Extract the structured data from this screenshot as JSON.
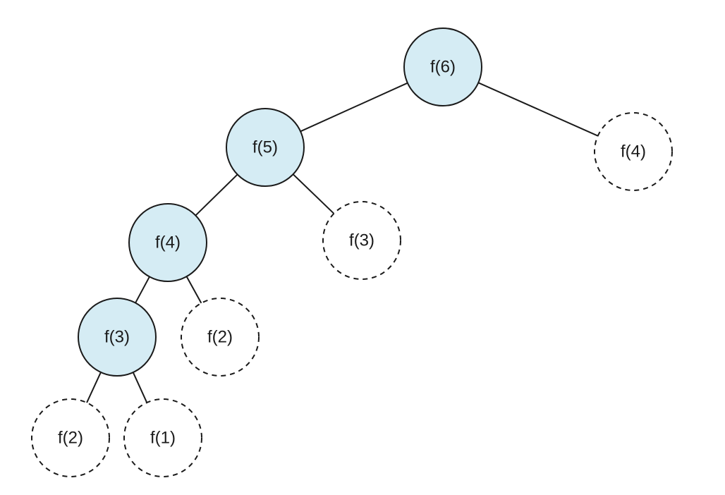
{
  "tree": {
    "colors": {
      "computed_fill": "#d5ecf4",
      "pending_fill": "#ffffff",
      "stroke": "#1a1a1a"
    },
    "nodes": [
      {
        "id": "n6",
        "label": "f(6)",
        "state": "computed"
      },
      {
        "id": "n5",
        "label": "f(5)",
        "state": "computed"
      },
      {
        "id": "n4r",
        "label": "f(4)",
        "state": "pending"
      },
      {
        "id": "n4",
        "label": "f(4)",
        "state": "computed"
      },
      {
        "id": "n3r",
        "label": "f(3)",
        "state": "pending"
      },
      {
        "id": "n3",
        "label": "f(3)",
        "state": "computed"
      },
      {
        "id": "n2r",
        "label": "f(2)",
        "state": "pending"
      },
      {
        "id": "n2",
        "label": "f(2)",
        "state": "pending"
      },
      {
        "id": "n1",
        "label": "f(1)",
        "state": "pending"
      }
    ],
    "edges": [
      {
        "from": "n6",
        "to": "n5"
      },
      {
        "from": "n6",
        "to": "n4r"
      },
      {
        "from": "n5",
        "to": "n4"
      },
      {
        "from": "n5",
        "to": "n3r"
      },
      {
        "from": "n4",
        "to": "n3"
      },
      {
        "from": "n4",
        "to": "n2r"
      },
      {
        "from": "n3",
        "to": "n2"
      },
      {
        "from": "n3",
        "to": "n1"
      }
    ]
  }
}
